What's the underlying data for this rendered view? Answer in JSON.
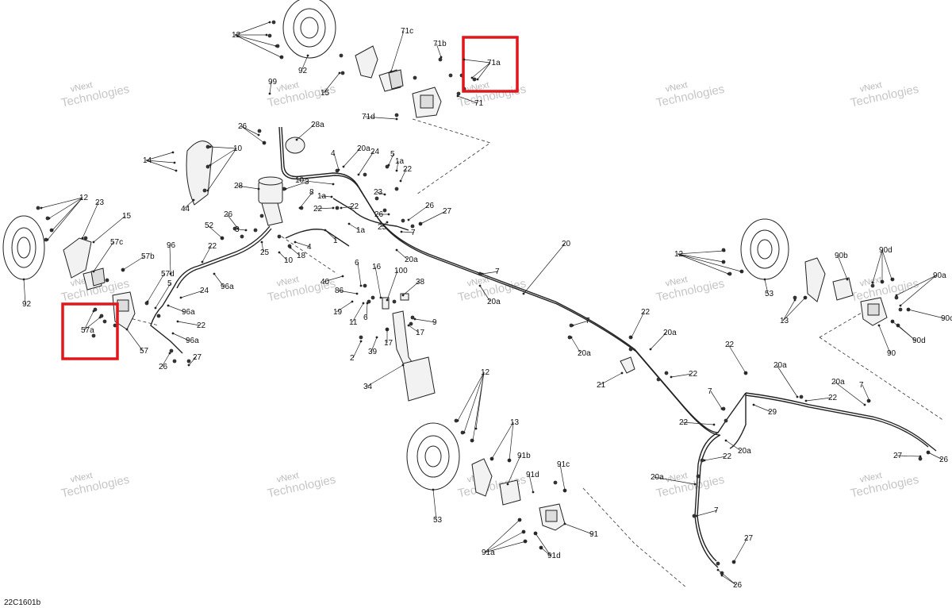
{
  "diagram": {
    "code": "22C1601b",
    "watermark_line1": "vNext",
    "watermark_line2": "Technologies",
    "watermark_full": "vNext Technologies",
    "highlight_color": "#e0161b",
    "highlighted_parts": [
      "71a",
      "57a"
    ],
    "labels": [
      "1",
      "1a",
      "2",
      "3",
      "4",
      "5",
      "6",
      "7",
      "8",
      "9",
      "10",
      "11",
      "12",
      "13",
      "14",
      "15",
      "16",
      "17",
      "18",
      "19",
      "20",
      "20a",
      "21",
      "22",
      "23",
      "24",
      "25",
      "26",
      "27",
      "28",
      "28a",
      "29",
      "34",
      "38",
      "39",
      "40",
      "44",
      "52",
      "53",
      "57",
      "57a",
      "57b",
      "57c",
      "57d",
      "71",
      "71a",
      "71b",
      "71c",
      "71d",
      "86",
      "90",
      "90a",
      "90b",
      "90c",
      "90d",
      "91",
      "91a",
      "91b",
      "91c",
      "91d",
      "92",
      "96",
      "96a",
      "99",
      "100"
    ]
  }
}
